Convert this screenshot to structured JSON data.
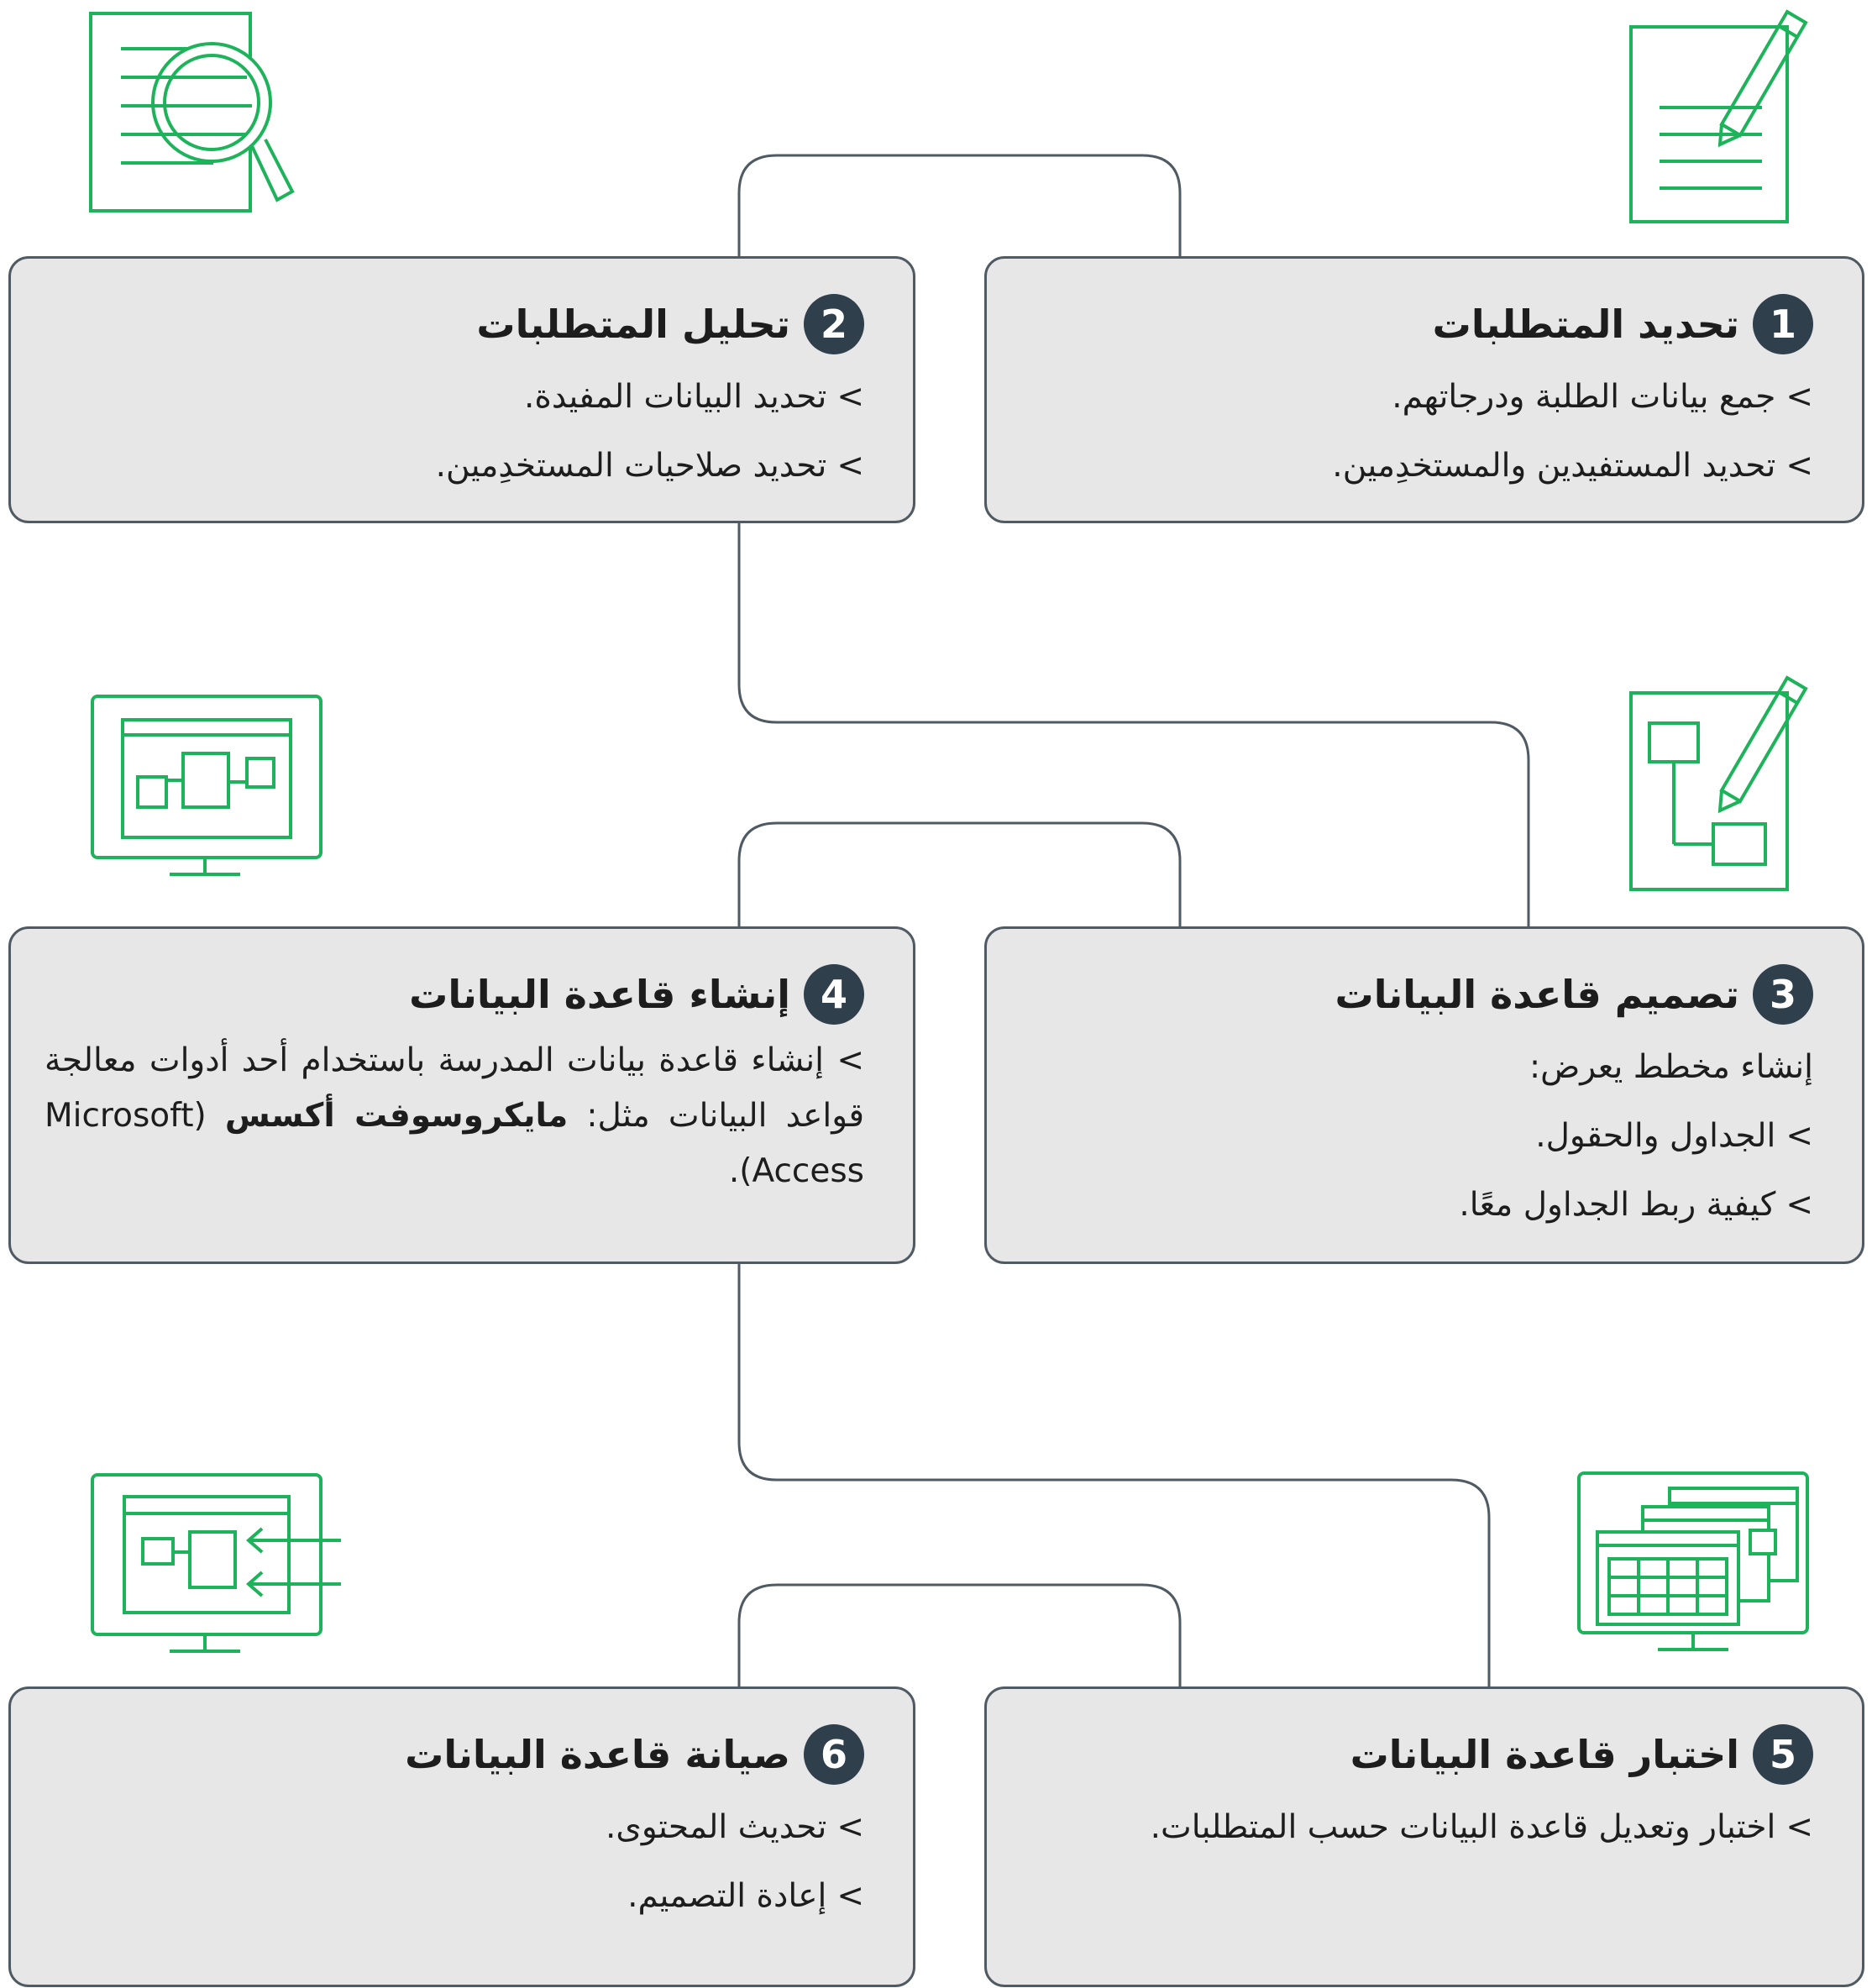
{
  "colors": {
    "icon": "#1db35a",
    "card_bg": "#e7e7e8",
    "card_border": "#505a63",
    "connector": "#505a63",
    "badge_bg": "#2f3f4c",
    "badge_text": "#ffffff"
  },
  "marker": ">",
  "steps": [
    {
      "number": "1",
      "title": "تحديد المتطلبات",
      "items": [
        "جمع بيانات الطلبة ودرجاتهم.",
        "تحديد المستفيدين والمستخدِمين."
      ],
      "icon": "document-pencil-icon"
    },
    {
      "number": "2",
      "title": "تحليل المتطلبات",
      "items": [
        "تحديد البيانات المفيدة.",
        "تحديد صلاحيات المستخدِمين."
      ],
      "icon": "document-magnifier-icon"
    },
    {
      "number": "3",
      "title": "تصميم قاعدة البيانات",
      "intro": "إنشاء مخطط يعرض:",
      "items": [
        "الجداول والحقول.",
        "كيفية ربط الجداول معًا."
      ],
      "icon": "diagram-pencil-icon"
    },
    {
      "number": "4",
      "title": "إنشاء قاعدة البيانات",
      "text_before": "إنشاء قاعدة بيانات المدرسة باستخدام أحد أدوات معالجة قواعد البيانات مثل:",
      "text_bold": "مايكروسوفت أكسس",
      "text_after": "(Microsoft Access).",
      "icon": "monitor-diagram-icon"
    },
    {
      "number": "5",
      "title": "اختبار قاعدة البيانات",
      "items": [
        "اختبار وتعديل قاعدة البيانات حسب المتطلبات."
      ],
      "icon": "monitor-table-icon"
    },
    {
      "number": "6",
      "title": "صيانة قاعدة البيانات",
      "items": [
        "تحديث المحتوى.",
        "إعادة التصميم."
      ],
      "icon": "monitor-arrows-icon"
    }
  ]
}
